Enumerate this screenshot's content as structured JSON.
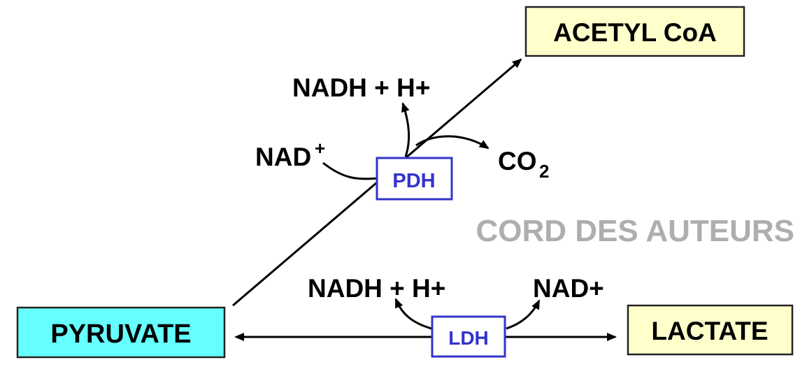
{
  "nodes": {
    "acetyl_coa": "ACETYL CoA",
    "pyruvate": "PYRUVATE",
    "lactate": "LACTATE"
  },
  "enzymes": {
    "pdh": "PDH",
    "ldh": "LDH"
  },
  "cofactors": {
    "pdh_nad": "NAD",
    "pdh_nad_sup": "+",
    "pdh_nadh": "NADH + H+",
    "pdh_co2": "CO",
    "pdh_co2_sub": "2",
    "ldh_nadh": "NADH + H+",
    "ldh_nad": "NAD+"
  },
  "watermark": "CORD DES AUTEURS",
  "colors": {
    "pyruvate_fill": "#66ffff",
    "product_fill": "#ffffcc",
    "enzyme": "#3333cc",
    "watermark": "#a6a6a6"
  }
}
